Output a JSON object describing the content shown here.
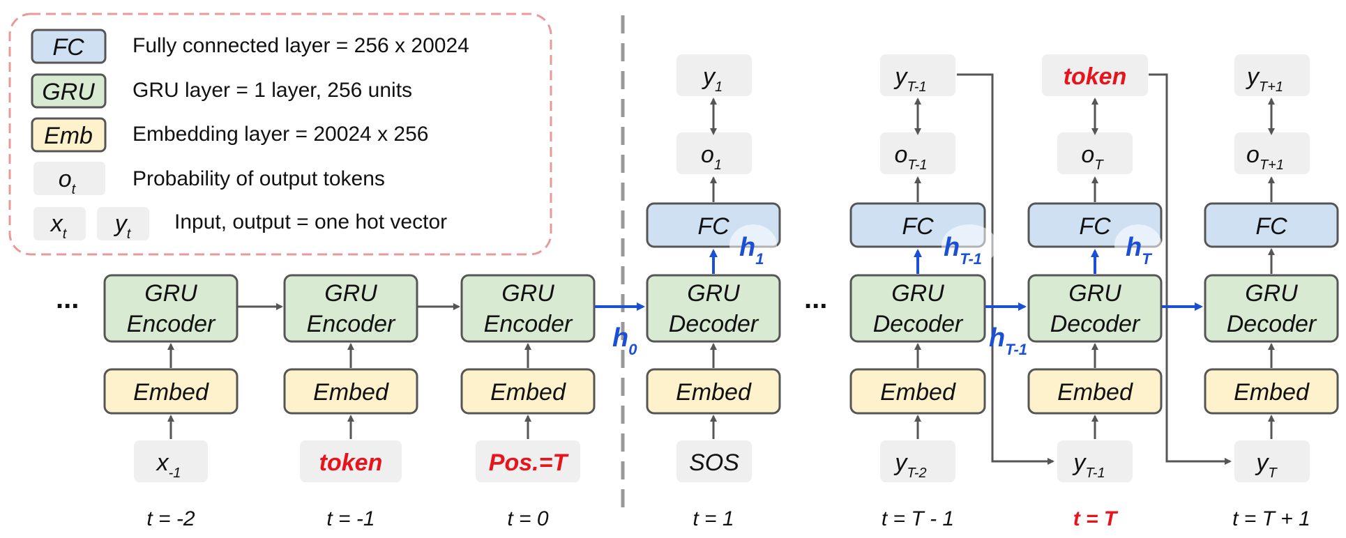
{
  "colors": {
    "fc": "#cfe0f3",
    "gru": "#d9ead3",
    "emb": "#fdf2cc",
    "gray": "#efefef",
    "blue_arrow": "#1a4fd6",
    "red_text": "#e8141c",
    "legend_border": "#e89a9a"
  },
  "legend": {
    "fc_key": "FC",
    "fc_desc": "Fully connected layer = 256 x 20024",
    "gru_key": "GRU",
    "gru_desc": "GRU layer = 1 layer, 256 units",
    "emb_key": "Emb",
    "emb_desc": "Embedding layer = 20024 x 256",
    "o_key": "o",
    "o_sub": "t",
    "o_desc": "Probability of output tokens",
    "x_key": "x",
    "x_sub": "t",
    "y_key": "y",
    "y_sub": "t",
    "xy_desc": "Input, output = one hot vector"
  },
  "ellipsis": "...",
  "encoder": {
    "gru_line1": "GRU",
    "gru_line2": "Encoder",
    "embed": "Embed",
    "inputs": [
      {
        "main": "x",
        "sub": "-1"
      },
      {
        "main": "token",
        "sub": ""
      },
      {
        "main": "Pos.=T",
        "sub": ""
      }
    ],
    "times": [
      "t = -2",
      "t = -1",
      "t = 0"
    ]
  },
  "decoder": {
    "gru_line1": "GRU",
    "gru_line2": "Decoder",
    "embed": "Embed",
    "fc": "FC",
    "inputs": [
      {
        "main": "SOS",
        "sub": ""
      },
      {
        "main": "y",
        "sub": "T-2"
      },
      {
        "main": "y",
        "sub": "T-1"
      },
      {
        "main": "y",
        "sub": "T"
      }
    ],
    "outputs_o": [
      {
        "main": "o",
        "sub": "1"
      },
      {
        "main": "o",
        "sub": "T-1"
      },
      {
        "main": "o",
        "sub": "T"
      },
      {
        "main": "o",
        "sub": "T+1"
      }
    ],
    "outputs_y": [
      {
        "main": "y",
        "sub": "1"
      },
      {
        "main": "y",
        "sub": "T-1"
      },
      {
        "main": "token",
        "sub": ""
      },
      {
        "main": "y",
        "sub": "T+1"
      }
    ],
    "times": [
      "t = 1",
      "t = T - 1",
      "t = T",
      "t = T + 1"
    ]
  },
  "hidden": {
    "h0": {
      "main": "h",
      "sub": "0"
    },
    "h1": {
      "main": "h",
      "sub": "1"
    },
    "hT1_top": {
      "main": "h",
      "sub": "T-1"
    },
    "hT_top": {
      "main": "h",
      "sub": "T"
    },
    "hT1_bottom": {
      "main": "h",
      "sub": "T-1"
    }
  }
}
